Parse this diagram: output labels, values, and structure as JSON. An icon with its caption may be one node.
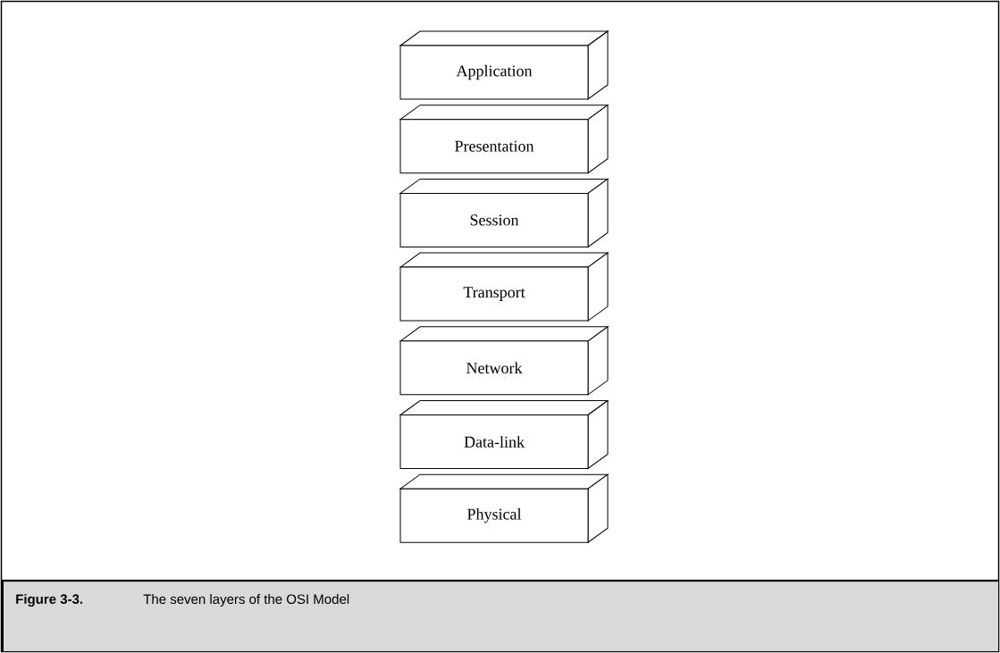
{
  "diagram": {
    "caption": "The seven layers of the OSI Model",
    "nodes": [
      {
        "text": [
          "Application"
        ]
      },
      {
        "text": [
          "Presentation"
        ]
      },
      {
        "text": [
          "Session"
        ]
      },
      {
        "text": [
          "Transport"
        ]
      },
      {
        "text": [
          "Network"
        ]
      },
      {
        "text": [
          "Data-link"
        ]
      },
      {
        "text": [
          "Physical"
        ]
      }
    ],
    "labels": [
      "Figure 3-3."
    ]
  }
}
